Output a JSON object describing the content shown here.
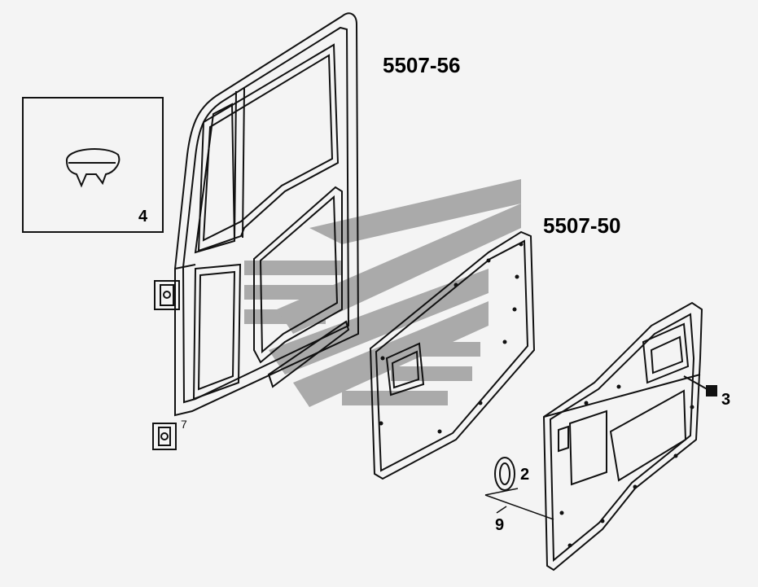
{
  "labels": {
    "door_code": "5507-56",
    "panel_code": "5507-50",
    "callout_4": "4",
    "callout_3": "3",
    "callout_2": "2",
    "callout_9": "9"
  },
  "watermark": {
    "color": "#9e9e9e",
    "shape": "stripes-icon"
  },
  "colors": {
    "line": "#111111",
    "background": "#f4f4f4"
  }
}
